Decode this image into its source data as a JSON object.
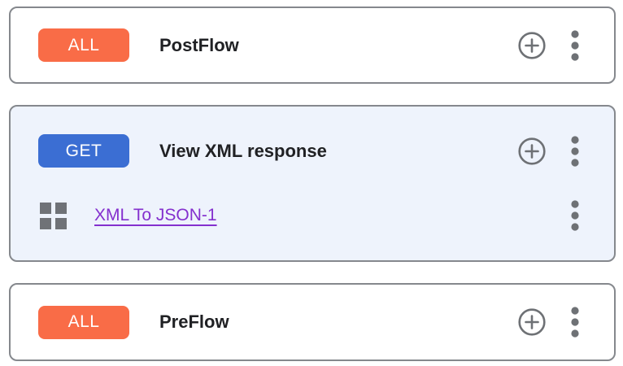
{
  "colors": {
    "badge_all": "#F96C47",
    "badge_get": "#3B6ED3",
    "selected_card_bg": "#EEF3FC",
    "card_border": "#85888D",
    "title_text": "#202124",
    "policy_link": "#8430CE",
    "icon_gray": "#6E7175"
  },
  "icons": {
    "add": "plus-circle-icon",
    "menu": "kebab-vertical-icon",
    "drag": "grid-drag-handle-icon"
  },
  "cards": [
    {
      "badge": "ALL",
      "title": "PostFlow"
    },
    {
      "badge": "GET",
      "title": "View XML response",
      "policy": {
        "name": "XML To JSON-1"
      }
    },
    {
      "badge": "ALL",
      "title": "PreFlow"
    }
  ]
}
